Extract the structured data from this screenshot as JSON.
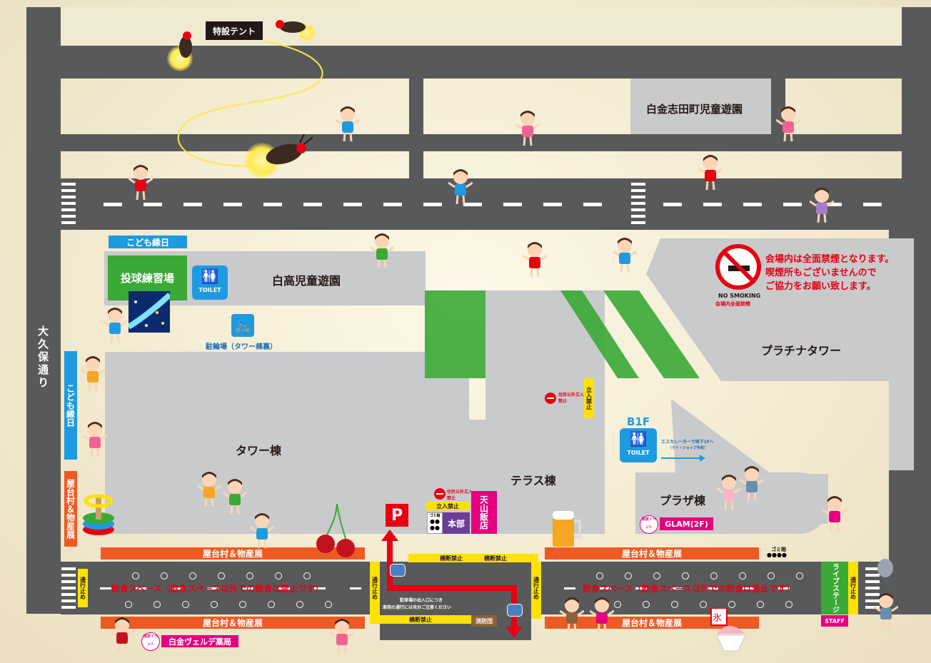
{
  "places": {
    "special_tent": "特設テント",
    "shirokane_park": "白金志田町児童遊園",
    "kodomo_ennichi_top": "こども縁日",
    "pitching": "投球練習場",
    "toilet": "TOILET",
    "shirotaka_park": "白高児童遊園",
    "bike_parking": "駐輪場（タワー棟裏）",
    "okubo_street": "大久保通り",
    "kodomo_ennichi_side": "こども縁日",
    "tower": "タワー棟",
    "terrace": "テラス棟",
    "plaza": "プラザ棟",
    "platinum_tower": "プラチナタワー",
    "yatai_side": "屋台村＆物産展",
    "tenzan": "天山飯店",
    "honbu": "本部",
    "b1f": "B1F",
    "escalator": "エスカレーターで地下1Fへ",
    "escalator_sub": "（ケイ・ショップ手前）",
    "glam": "GLAM(2F)",
    "limited_event": "限定イベント",
    "verde": "白金ヴェルデ薬局",
    "fire_brigade": "消防団",
    "live_stage": "ライブステージ",
    "staff": "STAFF",
    "parking": "P"
  },
  "signs": {
    "resident_only_1": "住民以外立入禁止",
    "resident_only_2": "住民以外立入禁止",
    "no_entry_label": "立入禁止",
    "no_entry_vertical": "立入禁止",
    "no_crossing_1": "横断禁止",
    "no_crossing_2": "横断禁止",
    "no_crossing_3": "横断禁止",
    "no_through": "通行止め",
    "trash": "ゴミ箱",
    "parking_note_1": "駐車場の出入口につき",
    "parking_note_2": "車両の通行には充分ご注意ください"
  },
  "stalls": {
    "yatai_1": "屋台村＆物産展",
    "yatai_2": "屋台村＆物産展",
    "yatai_3": "屋台村＆物産展",
    "yatai_4": "屋台村＆物産展"
  },
  "dining": {
    "left": "飲食スペース（飲食スペース以外での飲食は禁止です）",
    "right": "飲食スペース（飲食スペース以外での飲食は禁止です）"
  },
  "no_smoking": {
    "line1": "会場内は全面禁煙となります。",
    "line2": "喫煙所もございませんので",
    "line3": "ご協力をお願い致します。",
    "badge_en": "NO SMOKING",
    "badge_ja": "会場内全面禁煙"
  },
  "colors": {
    "road": "#58595b",
    "building": "#c9cacc",
    "green": "#3aa935",
    "orange": "#ee5a24",
    "yellow": "#ffe200",
    "blue": "#1e9be0",
    "red": "#e60012",
    "pink": "#e4007f",
    "purple": "#6a3e98"
  }
}
